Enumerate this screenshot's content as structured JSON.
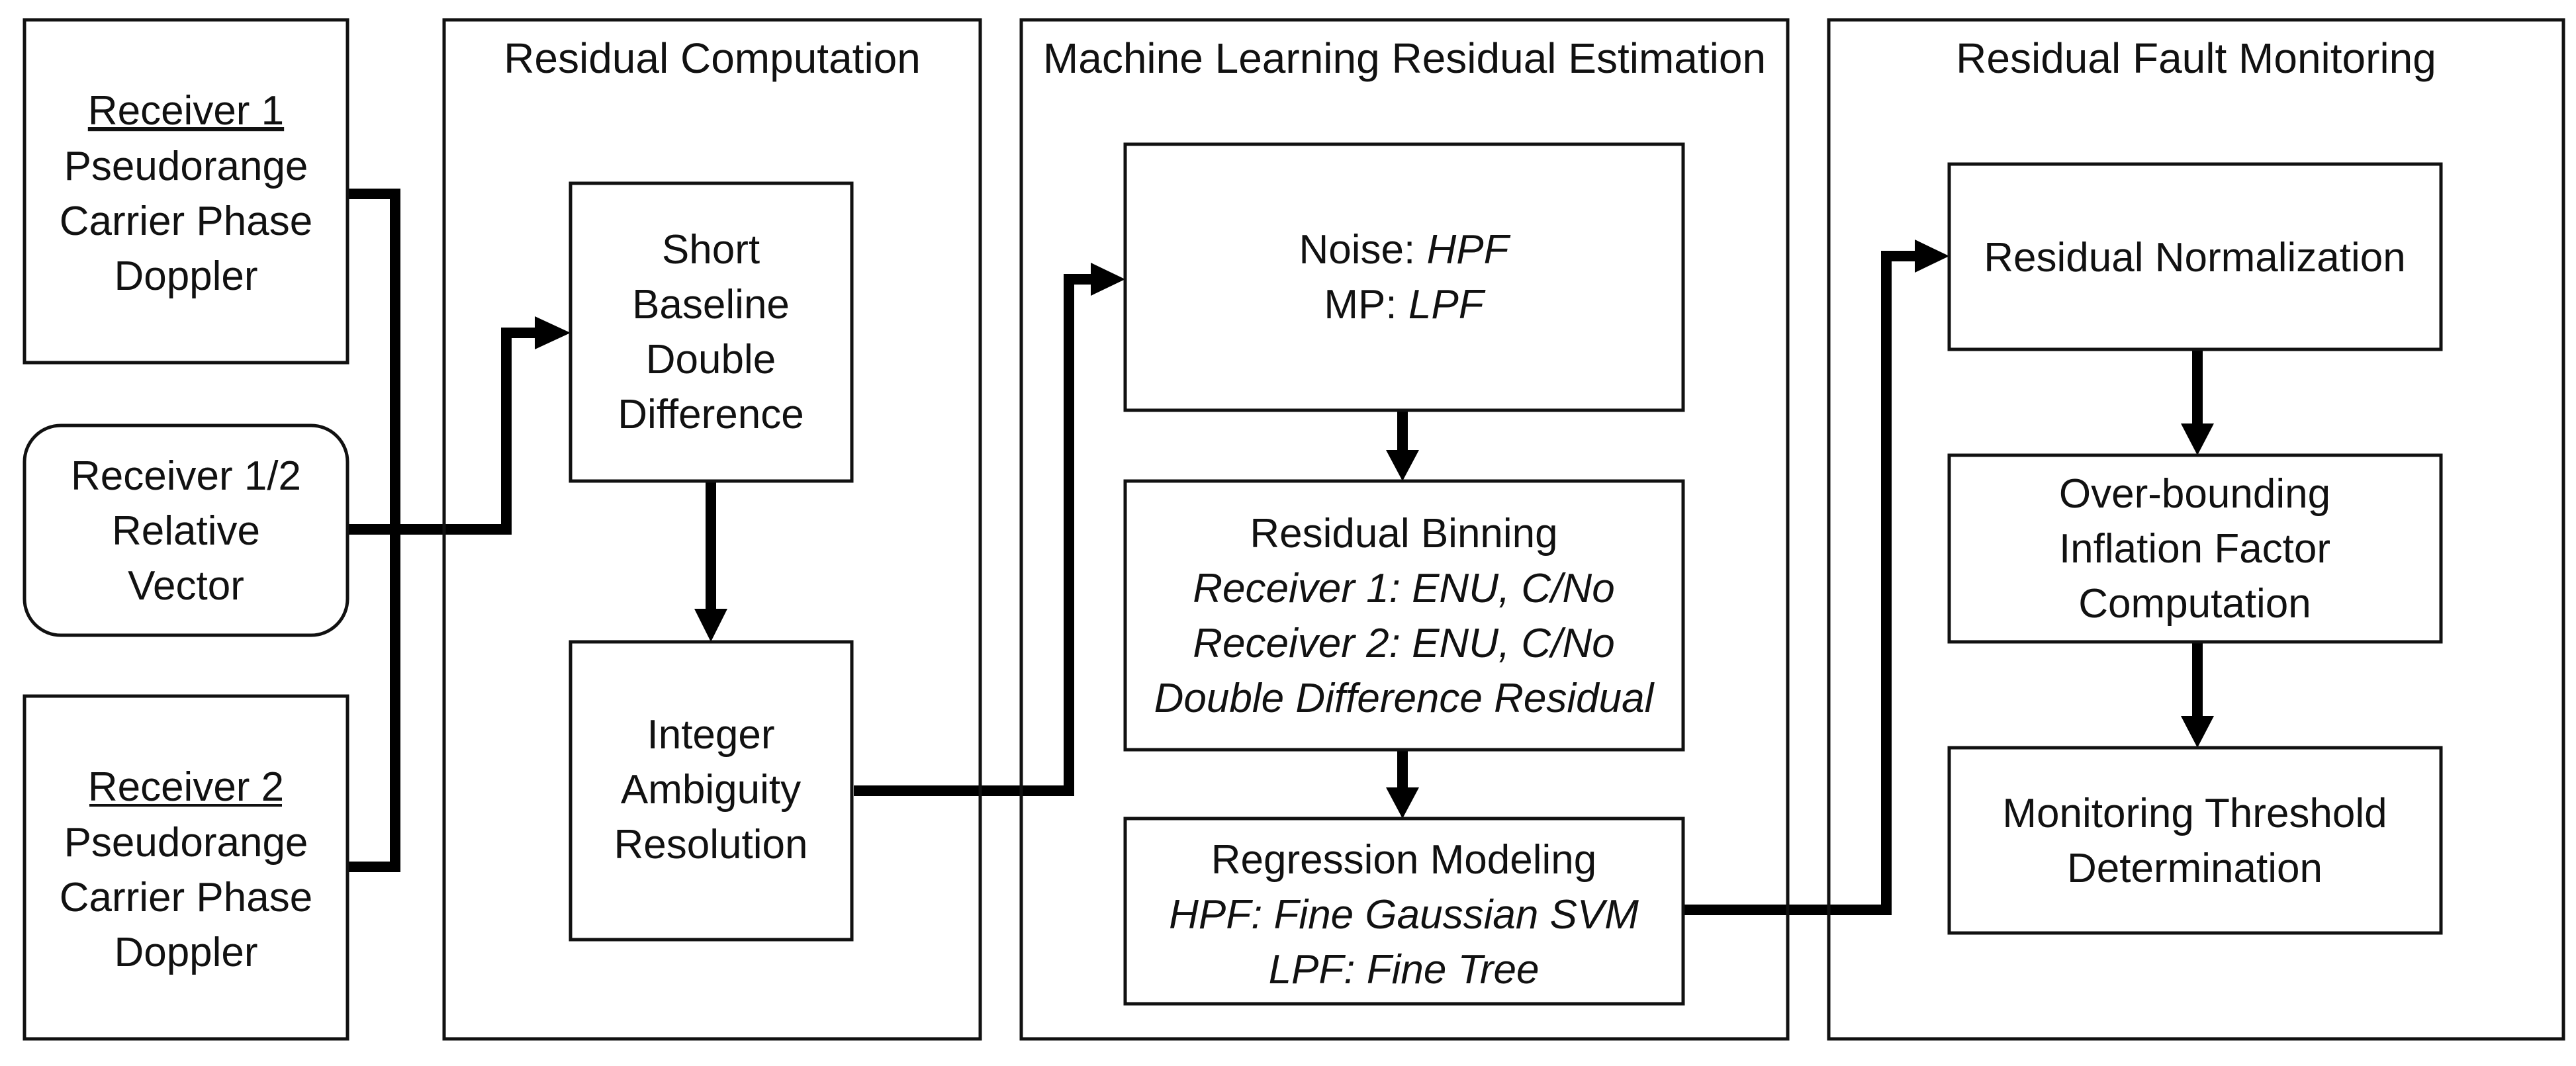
{
  "sections": {
    "residual_computation": "Residual Computation",
    "ml_estimation": "Machine Learning Residual Estimation",
    "fault_monitoring": "Residual Fault Monitoring"
  },
  "inputs": {
    "receiver1": {
      "title": "Receiver 1",
      "lines": [
        "Pseudorange",
        "Carrier Phase",
        "Doppler"
      ]
    },
    "relative": {
      "lines": [
        "Receiver 1/2",
        "Relative",
        "Vector"
      ]
    },
    "receiver2": {
      "title": "Receiver 2",
      "lines": [
        "Pseudorange",
        "Carrier Phase",
        "Doppler"
      ]
    }
  },
  "computation": {
    "double_difference": [
      "Short",
      "Baseline",
      "Double",
      "Difference"
    ],
    "ambiguity": [
      "Integer",
      "Ambiguity",
      "Resolution"
    ]
  },
  "ml": {
    "filter": {
      "noise_label": "Noise: ",
      "noise_value": "HPF",
      "mp_label": "MP: ",
      "mp_value": "LPF"
    },
    "binning": {
      "title": "Residual Binning",
      "lines": [
        "Receiver 1: ENU, C/No",
        "Receiver 2: ENU, C/No",
        "Double Difference Residual"
      ]
    },
    "regression": {
      "title": "Regression Modeling",
      "lines": [
        "HPF: Fine Gaussian SVM",
        "LPF: Fine Tree"
      ]
    }
  },
  "monitoring": {
    "normalization": [
      "Residual Normalization"
    ],
    "overbounding": [
      "Over-bounding",
      "Inflation Factor",
      "Computation"
    ],
    "threshold": [
      "Monitoring Threshold",
      "Determination"
    ]
  }
}
